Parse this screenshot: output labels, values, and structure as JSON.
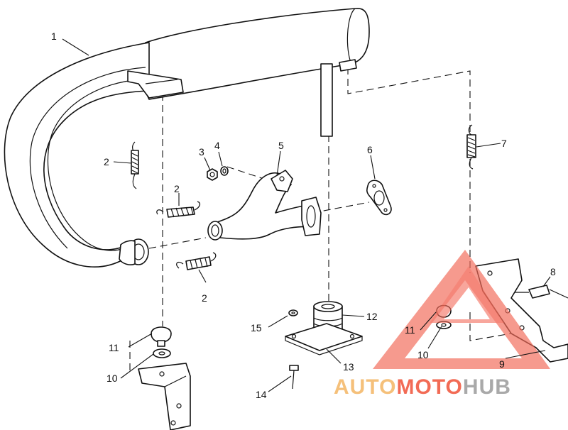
{
  "callouts": {
    "c1": "1",
    "c2a": "2",
    "c2b": "2",
    "c2c": "2",
    "c3": "3",
    "c4": "4",
    "c5": "5",
    "c6": "6",
    "c7": "7",
    "c8": "8",
    "c9": "9",
    "c10a": "10",
    "c10b": "10",
    "c11a": "11",
    "c11b": "11",
    "c12": "12",
    "c13": "13",
    "c14": "14",
    "c15": "15"
  },
  "watermark": {
    "auto": "AUTO",
    "moto": "MOTO",
    "hub": "HUB",
    "colors": {
      "auto": "#f5c07a",
      "moto": "#f26b55",
      "hub": "#a9a9a9",
      "logo": "#f36b5a"
    }
  }
}
